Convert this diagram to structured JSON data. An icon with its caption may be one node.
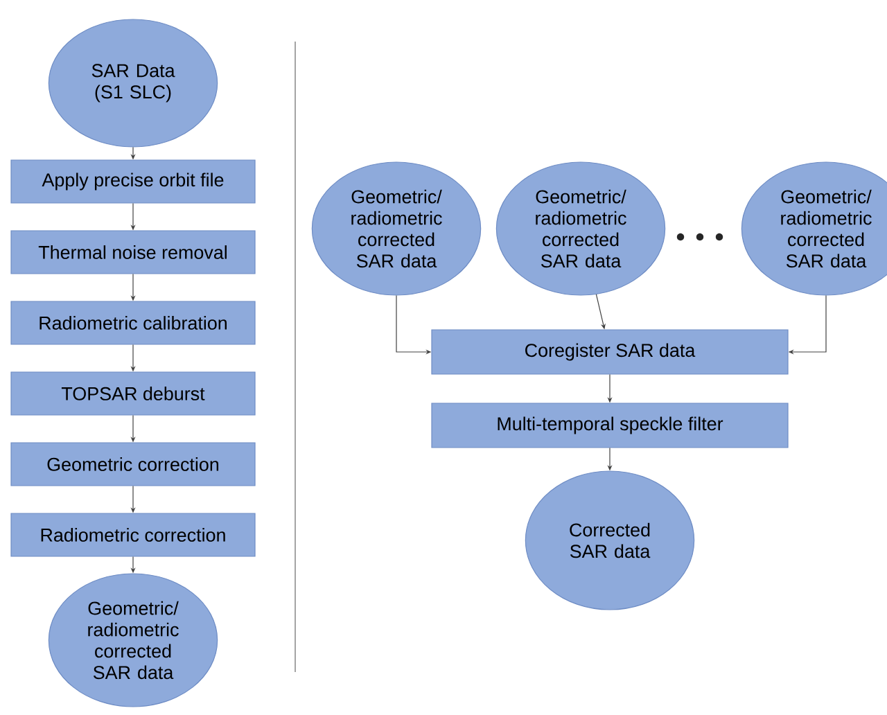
{
  "diagram": {
    "nodes": [
      {
        "text": [
          "SAR Data (S1 SLC)"
        ]
      },
      {
        "text": [
          "Apply precise orbit file"
        ]
      },
      {
        "text": [
          "Thermal noise removal"
        ]
      },
      {
        "text": [
          "Radiometric calibration"
        ]
      },
      {
        "text": [
          "TOPSAR deburst"
        ]
      },
      {
        "text": [
          "Geometric correction"
        ]
      },
      {
        "text": [
          "Radiometric correction"
        ]
      },
      {
        "text": [
          "Geometric/ radiometric corrected SAR data"
        ]
      },
      {
        "text": [
          "Geometric/ radiometric corrected SAR data"
        ]
      },
      {
        "text": [
          "Geometric/ radiometric corrected SAR data"
        ]
      },
      {
        "text": [
          "Geometric/ radiometric corrected SAR data"
        ]
      },
      {
        "text": [
          "Coregister SAR data"
        ]
      },
      {
        "text": [
          "Multi-temporal speckle filter"
        ]
      },
      {
        "text": [
          "Corrected SAR data"
        ]
      }
    ],
    "edges": [
      {
        "from": 0,
        "to": 1,
        "arrow": "to"
      },
      {
        "from": 1,
        "to": 2,
        "arrow": "to"
      },
      {
        "from": 2,
        "to": 3,
        "arrow": "to"
      },
      {
        "from": 3,
        "to": 4,
        "arrow": "to"
      },
      {
        "from": 4,
        "to": 5,
        "arrow": "to"
      },
      {
        "from": 5,
        "to": 6,
        "arrow": "to"
      },
      {
        "from": 6,
        "to": 7,
        "arrow": "to"
      },
      {
        "from": 8,
        "to": 11,
        "arrow": "to"
      },
      {
        "from": 9,
        "to": 11,
        "arrow": "to"
      },
      {
        "from": 10,
        "to": 11,
        "arrow": "to"
      },
      {
        "from": 11,
        "to": 12,
        "arrow": "to"
      },
      {
        "from": 12,
        "to": 13,
        "arrow": "to"
      }
    ]
  }
}
